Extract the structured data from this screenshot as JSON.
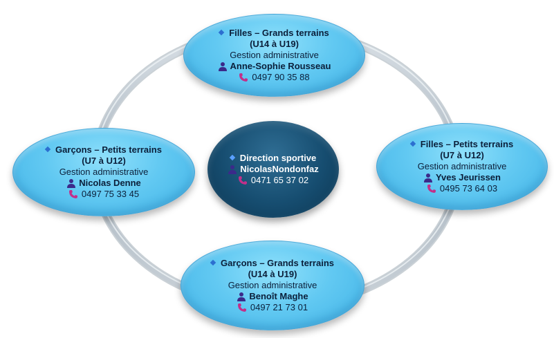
{
  "colors": {
    "bubble": "#62c9f2",
    "center": "#164d70",
    "ring": "#b9c3cc",
    "person_icon": "#3b2a8a",
    "phone_icon": "#c2308a",
    "bullet": "#2c6fd0"
  },
  "center": {
    "title": "Direction sportive",
    "person": "NicolasNondonfaz",
    "phone": "0471 65 37 02",
    "person_icon": "person-icon",
    "phone_icon": "phone-icon"
  },
  "top": {
    "title_line1": "Filles – Grands terrains",
    "title_line2": "(U14 à U19)",
    "role": "Gestion administrative",
    "person": "Anne-Sophie Rousseau",
    "phone": "0497 90 35 88"
  },
  "left": {
    "title_line1": "Garçons – Petits terrains",
    "title_line2": "(U7 à U12)",
    "role": "Gestion administrative",
    "person": "Nicolas Denne",
    "phone": "0497 75 33 45"
  },
  "right": {
    "title_line1": "Filles – Petits terrains",
    "title_line2": "(U7 à U12)",
    "role": "Gestion administrative",
    "person": "Yves Jeurissen",
    "phone": "0495 73 64 03"
  },
  "bottom": {
    "title_line1": "Garçons – Grands terrains",
    "title_line2": "(U14 à U19)",
    "role": "Gestion administrative",
    "person": "Benoît Maghe",
    "phone": "0497 21 73 01"
  }
}
